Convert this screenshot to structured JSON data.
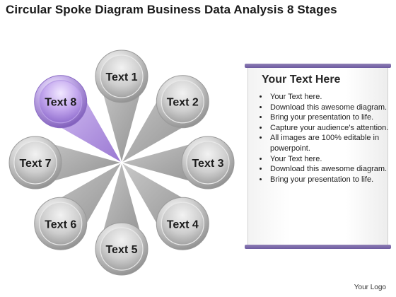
{
  "title": "Circular Spoke Diagram Business Data Analysis 8 Stages",
  "diagram": {
    "nodes": [
      {
        "label": "Text 1",
        "highlight": false
      },
      {
        "label": "Text 2",
        "highlight": false
      },
      {
        "label": "Text 3",
        "highlight": false
      },
      {
        "label": "Text 4",
        "highlight": false
      },
      {
        "label": "Text 5",
        "highlight": false
      },
      {
        "label": "Text 6",
        "highlight": false
      },
      {
        "label": "Text 7",
        "highlight": false
      },
      {
        "label": "Text 8",
        "highlight": true
      }
    ],
    "colors": {
      "node": "#bdbdbd",
      "spoke": "#a9a9a9",
      "highlight": "#a98ad8"
    }
  },
  "panel": {
    "title": "Your Text Here",
    "bullets": [
      "Your Text here.",
      "Download this awesome diagram.",
      "Bring your presentation to life.",
      "Capture your audience’s attention.",
      "All images are 100% editable in powerpoint.",
      "Your Text here.",
      "Download this awesome diagram.",
      "Bring your presentation to life."
    ],
    "accent": "#7a68aa"
  },
  "logo": "Your Logo"
}
